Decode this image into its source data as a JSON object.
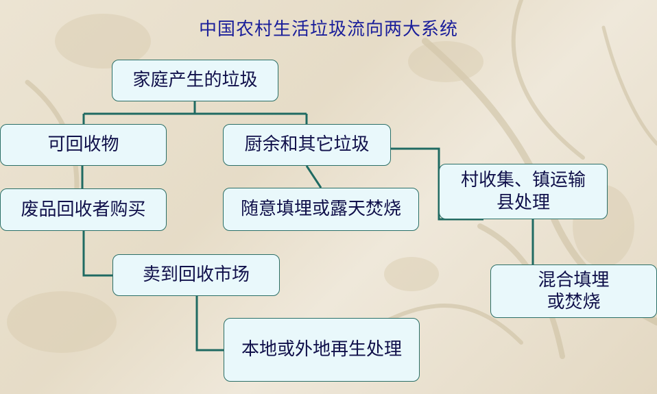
{
  "slide": {
    "title": "中国农村生活垃圾流向两大系统"
  },
  "nodes": {
    "household_waste": "家庭产生的垃圾",
    "recyclables": "可回收物",
    "kitchen_other": "厨余和其它垃圾",
    "village_collect_line1": "村收集、镇运输",
    "village_collect_line2": "县处理",
    "buyer": "废品回收者购买",
    "random_bury": "随意填埋或露天焚烧",
    "recycle_market": "卖到回收市场",
    "mixed_line1": "混合填埋",
    "mixed_line2": "或焚烧",
    "regeneration": "本地或外地再生处理"
  },
  "colors": {
    "box_fill": "#e9f8fb",
    "box_border": "#2a6e66",
    "connector": "#1f6a62",
    "title_text": "#1a1e9a",
    "node_text": "#10104a"
  }
}
